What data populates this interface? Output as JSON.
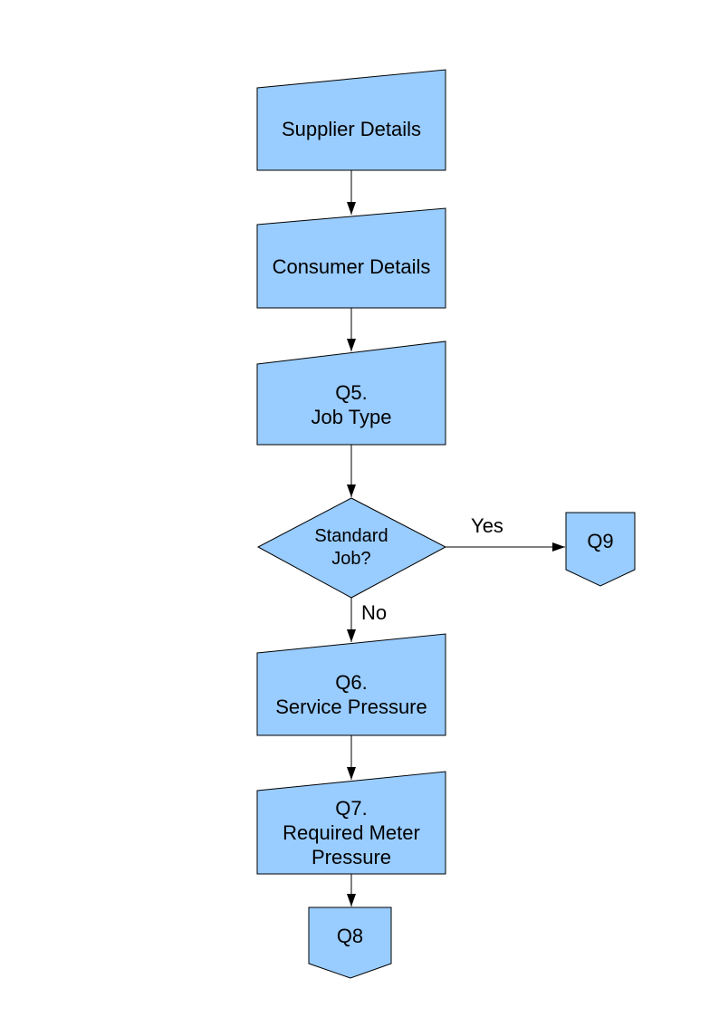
{
  "styles": {
    "background": "#FFFFFF",
    "shape_fill": "#99CCFF",
    "shape_stroke": "#000000",
    "connector_color": "#000000",
    "text_color": "#000000"
  },
  "flowchart": {
    "nodes": {
      "supplier": {
        "shape": "manual-input",
        "label": "Supplier Details"
      },
      "consumer": {
        "shape": "manual-input",
        "label": "Consumer Details"
      },
      "q5": {
        "shape": "manual-input",
        "label": "Q5.\nJob Type"
      },
      "decision": {
        "shape": "decision",
        "label": "Standard\nJob?"
      },
      "q9": {
        "shape": "off-page-connector",
        "label": "Q9"
      },
      "q6": {
        "shape": "manual-input",
        "label": "Q6.\nService Pressure"
      },
      "q7": {
        "shape": "manual-input",
        "label": "Q7.\nRequired Meter\nPressure"
      },
      "q8": {
        "shape": "off-page-connector",
        "label": "Q8"
      }
    },
    "edges": {
      "yes_label": "Yes",
      "no_label": "No"
    }
  }
}
